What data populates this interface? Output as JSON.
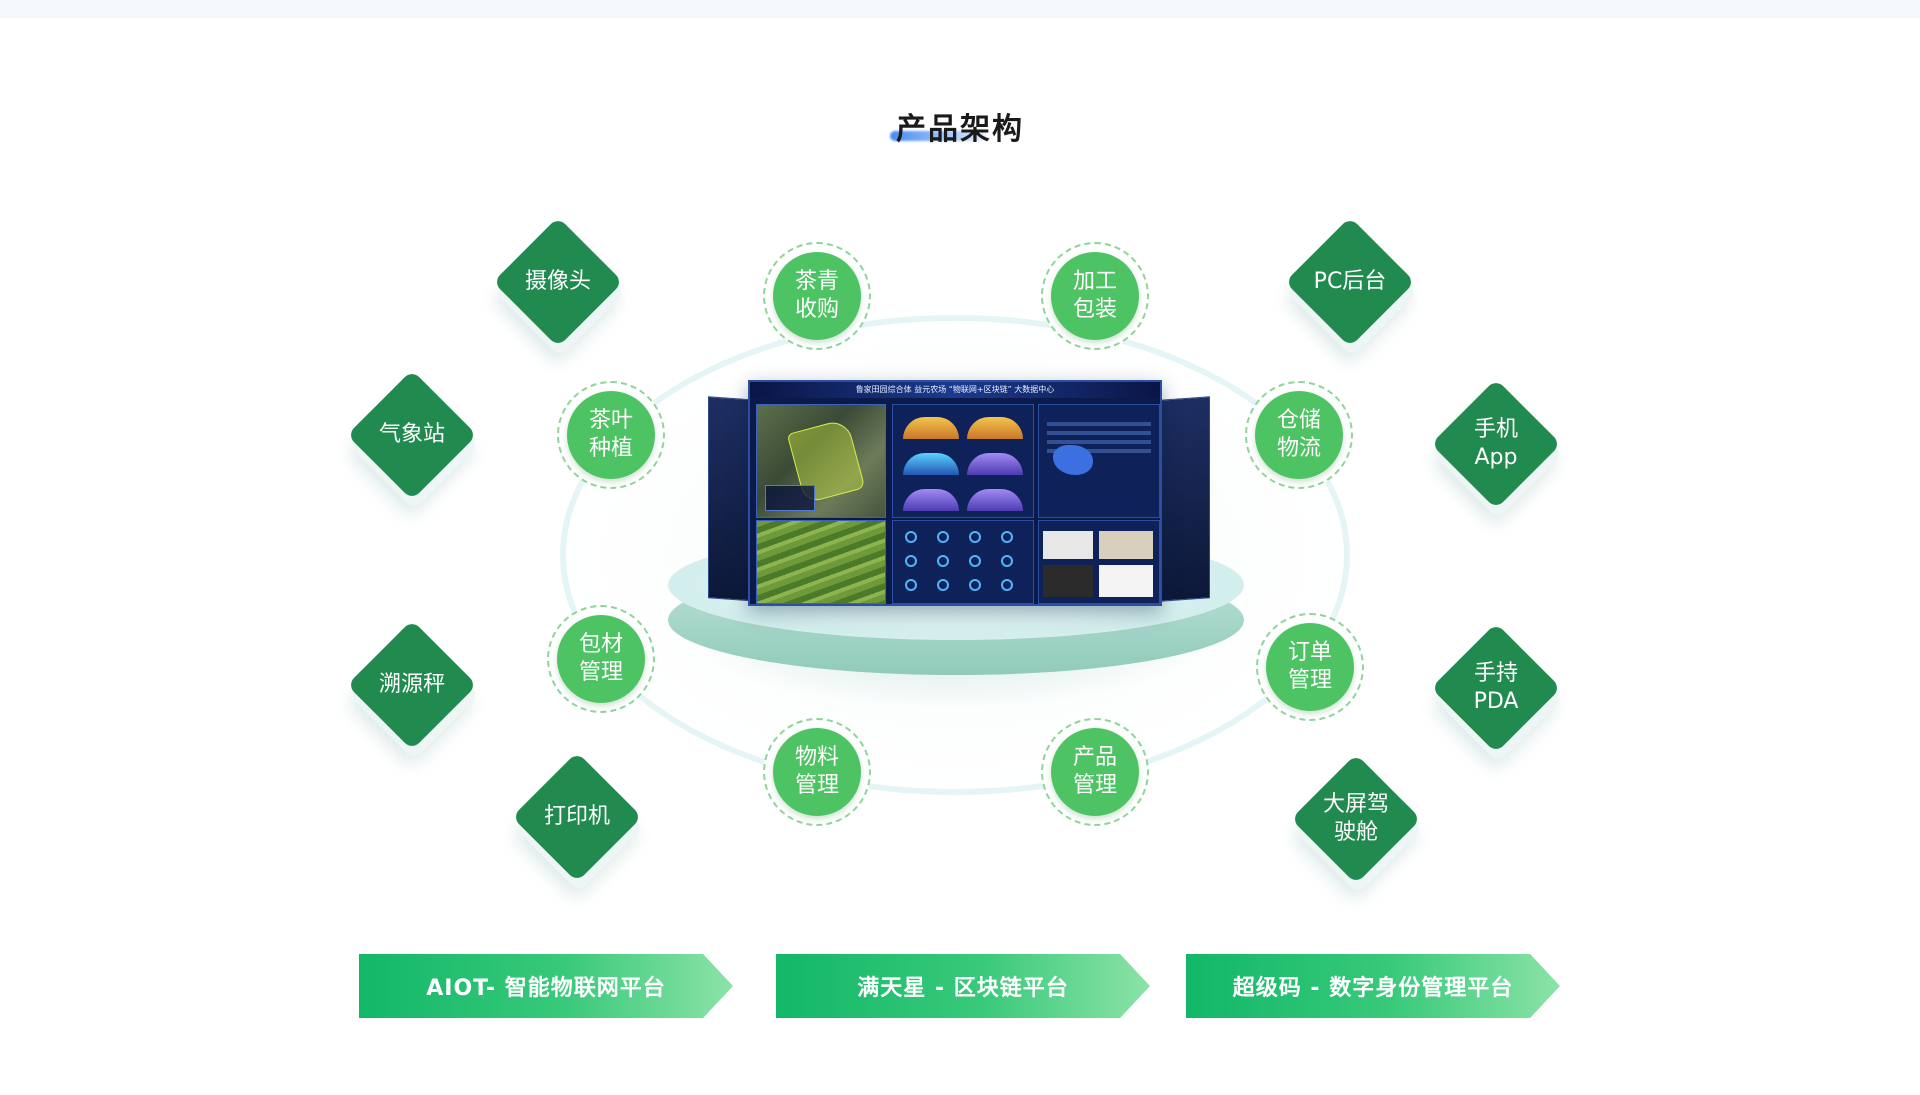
{
  "page_title": "产品架构",
  "colors": {
    "circle_green": "#4ec363",
    "diamond_green": "#218a4f",
    "banner_start": "#12b768",
    "banner_end": "#8be3a7",
    "title_accent": "#3b85f0"
  },
  "dashboard": {
    "header": "鲁家田园综合体 益元农场 “物联网+区块链” 大数据中心"
  },
  "inner_modules": [
    {
      "label": "茶青收购"
    },
    {
      "label": "加工包装"
    },
    {
      "label": "茶叶种植"
    },
    {
      "label": "仓储物流"
    },
    {
      "label": "包材管理"
    },
    {
      "label": "订单管理"
    },
    {
      "label": "物料管理"
    },
    {
      "label": "产品管理"
    }
  ],
  "devices": [
    {
      "label": "摄像头",
      "icon": "camera"
    },
    {
      "label": "气象站",
      "icon": "weather-station"
    },
    {
      "label": "溯源秤",
      "icon": "scale"
    },
    {
      "label": "打印机",
      "icon": "printer"
    },
    {
      "label": "PC后台",
      "icon": "pc"
    },
    {
      "label": "手机App",
      "icon": "phone"
    },
    {
      "label": "手持PDA",
      "icon": "pda"
    },
    {
      "label": "大屏驾驶舱",
      "icon": "big-screen"
    }
  ],
  "platforms": [
    {
      "label": "AIOT- 智能物联网平台"
    },
    {
      "label": "满天星 - 区块链平台"
    },
    {
      "label": "超级码 - 数字身份管理平台"
    }
  ]
}
